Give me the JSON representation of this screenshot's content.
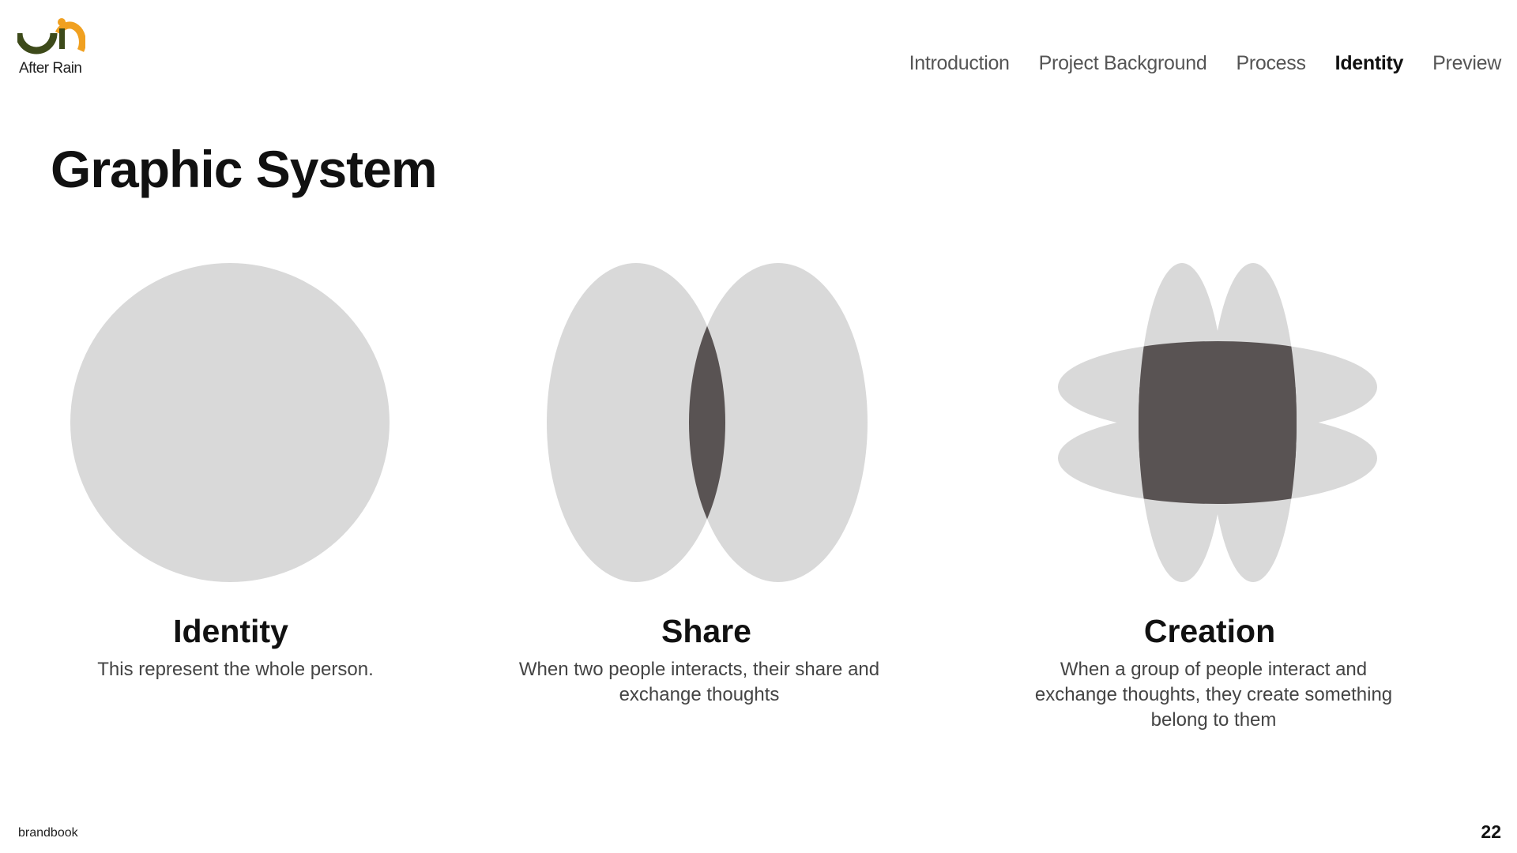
{
  "brand": {
    "name": "After Rain",
    "colors": {
      "dark_green": "#3d4a1a",
      "orange": "#f0a020"
    }
  },
  "nav": {
    "items": [
      {
        "label": "Introduction",
        "active": false
      },
      {
        "label": "Project Background",
        "active": false
      },
      {
        "label": "Process",
        "active": false
      },
      {
        "label": "Identity",
        "active": true
      },
      {
        "label": "Preview",
        "active": false
      }
    ]
  },
  "page": {
    "title": "Graphic System"
  },
  "figures": [
    {
      "label": "Identity",
      "description": "This represent the whole person."
    },
    {
      "label": "Share",
      "description": "When two people interacts, their share and exchange thoughts"
    },
    {
      "label": "Creation",
      "description": "When a group of people interact and exchange thoughts, they create something belong to them"
    }
  ],
  "colors": {
    "shape_light": "#d9d9d9",
    "shape_overlap": "#595353"
  },
  "footer": {
    "left": "brandbook",
    "page_number": "22"
  }
}
